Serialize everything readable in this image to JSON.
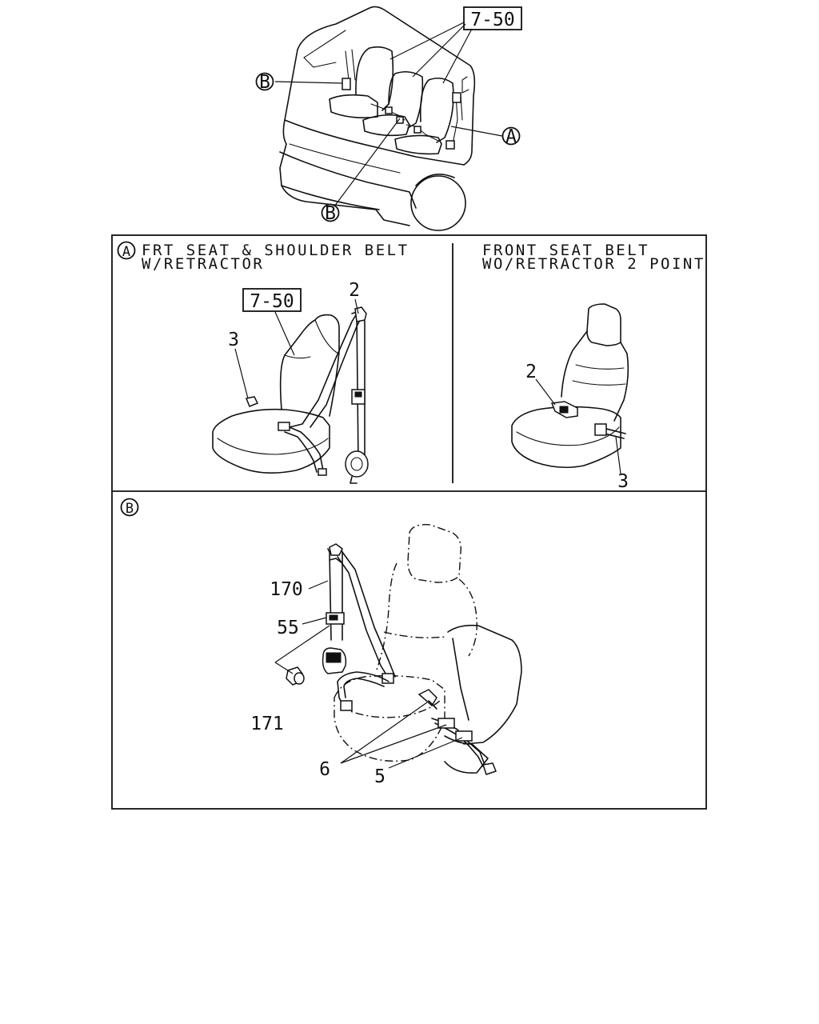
{
  "overview": {
    "ref_box": "7-50",
    "callout_a": "A",
    "callout_b_top": "B",
    "callout_b_bottom": "B"
  },
  "panel_a_left": {
    "callout": "A",
    "title_line1": "FRT SEAT & SHOULDER BELT",
    "title_line2": "W/RETRACTOR",
    "ref_box": "7-50",
    "part_2": "2",
    "part_3": "3"
  },
  "panel_a_right": {
    "title_line1": "FRONT SEAT BELT",
    "title_line2": "WO/RETRACTOR 2 POINT",
    "part_2": "2",
    "part_3": "3"
  },
  "panel_b": {
    "callout": "B",
    "part_170": "170",
    "part_55": "55",
    "part_171": "171",
    "part_6": "6",
    "part_5": "5"
  },
  "icons": [
    "circle-callout-icon",
    "ref-box-icon"
  ]
}
